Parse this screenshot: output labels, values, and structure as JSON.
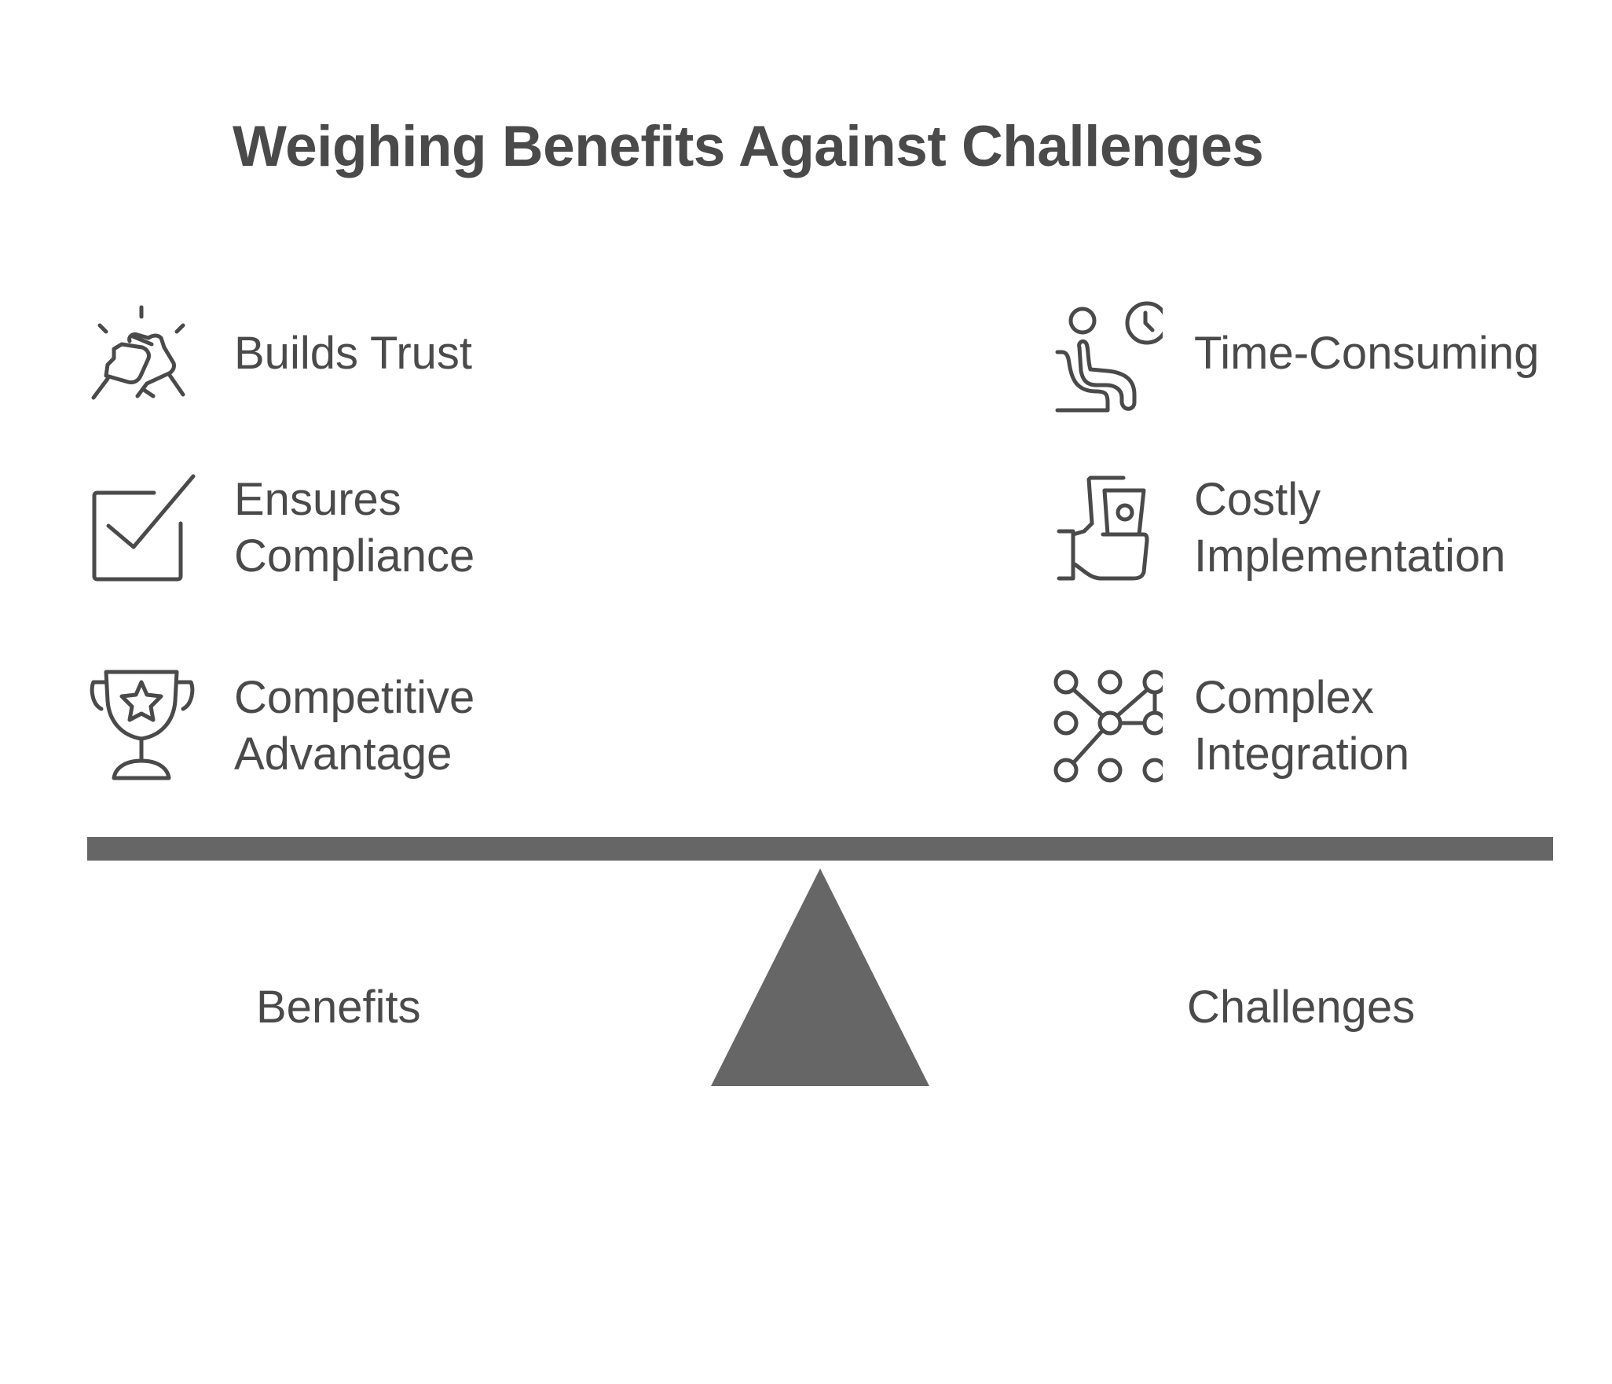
{
  "title": "Weighing Benefits Against Challenges",
  "colors": {
    "text": "#4a4a4a",
    "beam": "#666666",
    "fulcrum": "#666666",
    "background": "#ffffff"
  },
  "benefits": {
    "label": "Benefits",
    "items": [
      {
        "icon": "handshake-icon",
        "lines": [
          "Builds Trust"
        ]
      },
      {
        "icon": "checkbox-check-icon",
        "lines": [
          "Ensures",
          "Compliance"
        ]
      },
      {
        "icon": "trophy-star-icon",
        "lines": [
          "Competitive",
          "Advantage"
        ]
      }
    ]
  },
  "challenges": {
    "label": "Challenges",
    "items": [
      {
        "icon": "waiting-person-clock-icon",
        "lines": [
          "Time-Consuming"
        ]
      },
      {
        "icon": "hand-holding-money-icon",
        "lines": [
          "Costly",
          "Implementation"
        ]
      },
      {
        "icon": "network-nodes-icon",
        "lines": [
          "Complex",
          "Integration"
        ]
      }
    ]
  }
}
